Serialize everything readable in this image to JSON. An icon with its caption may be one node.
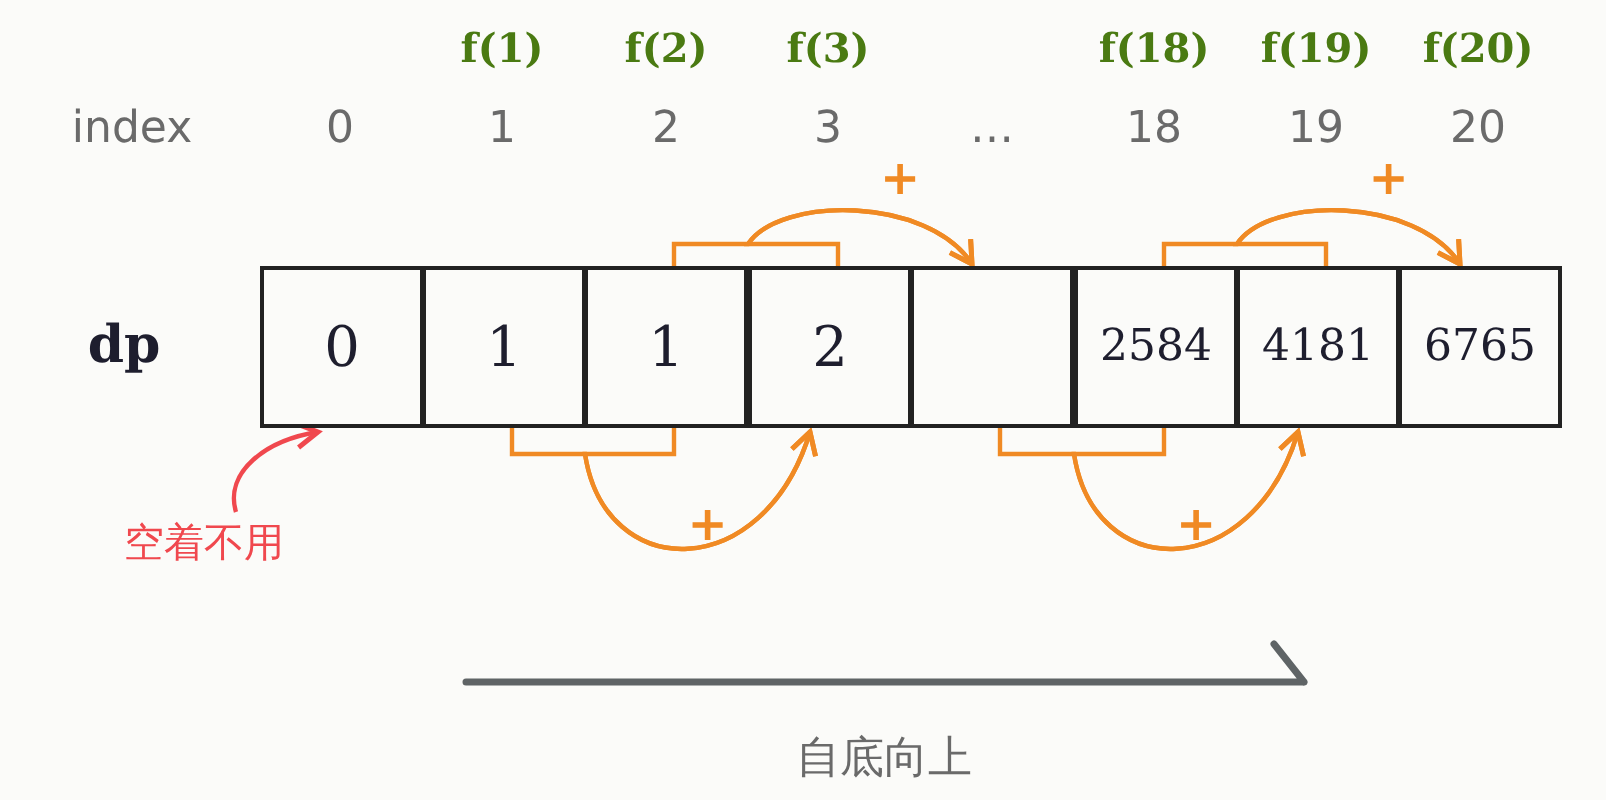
{
  "diagram": {
    "nodes": [
      {
        "text": [
          "0"
        ]
      },
      {
        "text": [
          "1"
        ]
      },
      {
        "text": [
          "1"
        ]
      },
      {
        "text": [
          "2"
        ]
      },
      {
        "text": [],
        "shape": "box"
      },
      {
        "text": [
          "2584"
        ]
      },
      {
        "text": [
          "4181"
        ]
      },
      {
        "text": [
          "6765"
        ]
      },
      {
        "text": [
          "空着不用"
        ]
      }
    ],
    "edges": [
      {
        "from": 8,
        "to": 0,
        "arrow": "to",
        "color": "#f0484e"
      },
      {
        "from": 1,
        "to": 3,
        "arrow": "to",
        "label": "+"
      },
      {
        "from": 2,
        "to": 3,
        "arrow": "to"
      },
      {
        "from": 2,
        "to": 4,
        "arrow": "to",
        "label": "+"
      },
      {
        "from": 3,
        "to": 4,
        "arrow": "to"
      },
      {
        "from": 4,
        "to": 6,
        "arrow": "to",
        "label": "+"
      },
      {
        "from": 5,
        "to": 6,
        "arrow": "to"
      },
      {
        "from": 5,
        "to": 7,
        "arrow": "to",
        "label": "+"
      },
      {
        "from": 6,
        "to": 7,
        "arrow": "to"
      }
    ],
    "labels": [
      "f(1)",
      "f(2)",
      "f(3)",
      "f(18)",
      "f(19)",
      "f(20)",
      "index",
      "0",
      "1",
      "2",
      "3",
      "…",
      "18",
      "19",
      "20",
      "dp",
      "自底向上"
    ]
  }
}
